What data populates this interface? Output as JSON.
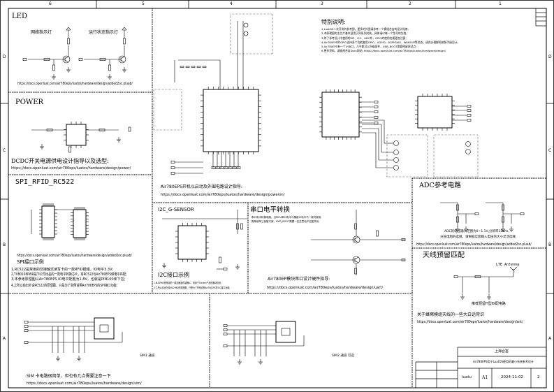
{
  "ruler": {
    "columns": [
      "6",
      "5",
      "4",
      "3",
      "2",
      "1"
    ],
    "rows": [
      "D",
      "C",
      "B",
      "A"
    ]
  },
  "led": {
    "title": "LED",
    "label_net": "网络指示灯",
    "label_status": "运行状态指示灯",
    "url": "https://docs.openluat.com/air780eps/luatos/hardware/design/added2oc.pluab/"
  },
  "power": {
    "title": "POWER",
    "guide": "DCDC开关电源供电设计指导以及选型:",
    "url": "https://docs.openluat.com/air780eps/luatos/hardware/design/power/"
  },
  "spi": {
    "title": "SPI_RFID_RC522",
    "url": "https://docs.openluat.com/air780eps/luatos/hardware/design/added2oc.pluab/",
    "example_title": "SPI接口示例",
    "notes": [
      "1,RC522是常用的非接触式读写卡的一款RFID模组，IO电平3.3V;",
      "2,TXB0108PWR是TI公司出品的一款电平转换芯片，将RC522与Air780EPS做电平匹配;",
      "3,本参考原理图以Air780EPS IO电平配置为1.8V，也就是PIN100未下拉;",
      "4,之所以给出外设RC522的原理图，只是为了举例说明Air780EPS的SPI接口功能;"
    ]
  },
  "main": {
    "guide": "Air780EPS开机以启动及外围电路设计指导:",
    "url": "https://docs.openluat.com/air780eps/luatos/hardware/design/poweron/"
  },
  "special": {
    "title": "特别说明:",
    "notes": [
      "1,LuatOS二次开发的参考图，更多的外围请参考一个模组合宙的设计指南;",
      "2,本原理图的主芯片基本适用于同系列封装，具体请以每一个型号的为准;",
      "3,除了参考设计中使用的SPI、I2C、ADC外，GPIO的使用也要更加注意;",
      "4,Air780EPS的GPIO支持多个功能复用GPIO、AGPIO、AGPIOWU、WAKEUP等状态，请充分理解再按照手册设计;",
      "5,Air780EPS有一个USB口，几乎都可以升级固件，USB_BOOT需要预留测试点;",
      "6,更多资料，请查阅合宙Docs网站: https://docs.openluat.com/air780eps/luatos/hardware/design/"
    ]
  },
  "i2c": {
    "title": "I2C_G-SENSOR",
    "example_title": "I2C接口示例",
    "notes": [
      "1,MA2960是常用的一款加速度传感器IC，常用于Tracker产品的震动检测;",
      "2,之所以给出外设MA2960的原理图，只是为了举例说明Air780EPS的I2C接口功能;"
    ]
  },
  "uart": {
    "title": "串口电平转换",
    "notes": [
      "串口电平转换电路，当MCU串口电平与模组IO电平不一致时使用;",
      "推荐使用三极管方案，RXD_BOOT需要一定注意电平匹配关系;"
    ],
    "guide": "Air780EP模块串口设计硬件指导:",
    "url": "https://docs.openluat.com/air780eps/luatos/hardware/design/uart/"
  },
  "adc": {
    "title": "ADC参考电路",
    "notes": [
      "ADC的电压输入范围为0~1.1V,分辨率12bits,",
      "分压电阻的选择，请根据实际输入电压的大小灵活选择"
    ],
    "url": "https://docs.openluat.com/air780eps/luatos/hardware/design/added2oc.pluab/"
  },
  "antenna": {
    "title": "天线预留匹配",
    "antenna_label": "LTE Antenna",
    "pi_note": "推荐预留Π型匹配电路",
    "guide": "关于蜂窝模组天线的一些大白话常识",
    "url": "https://docs.openluat.com/air780eps/luatos/hardware/design/ant/"
  },
  "sim": {
    "sim1_label": "SIM1 通道",
    "sim2_label": "SIM2 通道 可选",
    "note": "SIM 卡电路很简单，但也有几点需要注意一下",
    "url": "https://docs.openluat.com/air780eps/luatos/hardware/design/sim/"
  },
  "title_block": {
    "company": "上海合宙",
    "project": "Air780EPS用于LuatOS使用的最小系统参考设计",
    "drawn_by": "luatu",
    "size": "A1",
    "date": "2024-11-02",
    "sheet": "2"
  }
}
